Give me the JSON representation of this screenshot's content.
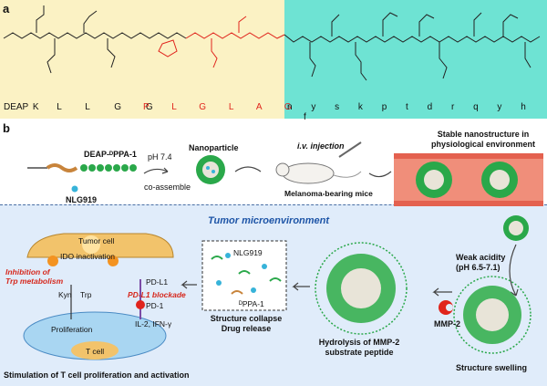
{
  "panel_a": {
    "label": "a",
    "sequence_black_start": [
      "DEAP",
      "K",
      "L",
      "L",
      "G",
      "G"
    ],
    "sequence_red": [
      "P",
      "L",
      "G",
      "L",
      "A",
      "G"
    ],
    "sequence_right": [
      "n",
      "y",
      "s",
      "k",
      "p",
      "t",
      "d",
      "r",
      "q",
      "y",
      "h",
      "f"
    ]
  },
  "panel_b": {
    "label": "b",
    "conjugate_label": "DEAP-ᴰPPA-1",
    "drug_label": "NLG919",
    "ph_label": "pH 7.4",
    "coassemble_label": "co-assemble",
    "nanoparticle_label": "Nanoparticle",
    "iv_label": "i.v. injection",
    "mice_label": "Melanoma-bearing mice",
    "stable_label_line1": "Stable nanostructure in",
    "stable_label_line2": "physiological environment"
  },
  "panel_c": {
    "title": "Tumor microenvironment",
    "tumor_cell_label": "Tumor cell",
    "ido_label": "IDO inactivation",
    "inhibition_line1": "Inhibition of",
    "inhibition_line2": "Trp metabolism",
    "kyn_label": "Kyn",
    "trp_label": "Trp",
    "pdl1_label": "PD-L1",
    "blockade_label": "PD-L1 blockade",
    "pd1_label": "PD-1",
    "proliferation_label": "Proliferation",
    "cytokine_label": "IL-2, IFN-γ",
    "tcell_label": "T cell",
    "box_nlg_label": "NLG919",
    "box_ppa_label": "ᴰPPA-1",
    "collapse_line1": "Structure collapse",
    "collapse_line2": "Drug release",
    "hydrolysis_line1": "Hydrolysis of MMP-2",
    "hydrolysis_line2": "substrate peptide",
    "mmp_label": "MMP-2",
    "acidity_line1": "Weak acidity",
    "acidity_line2": "(pH 6.5-7.1)",
    "swelling_label": "Structure swelling",
    "stimulation_label": "Stimulation of T cell proliferation and activation"
  }
}
